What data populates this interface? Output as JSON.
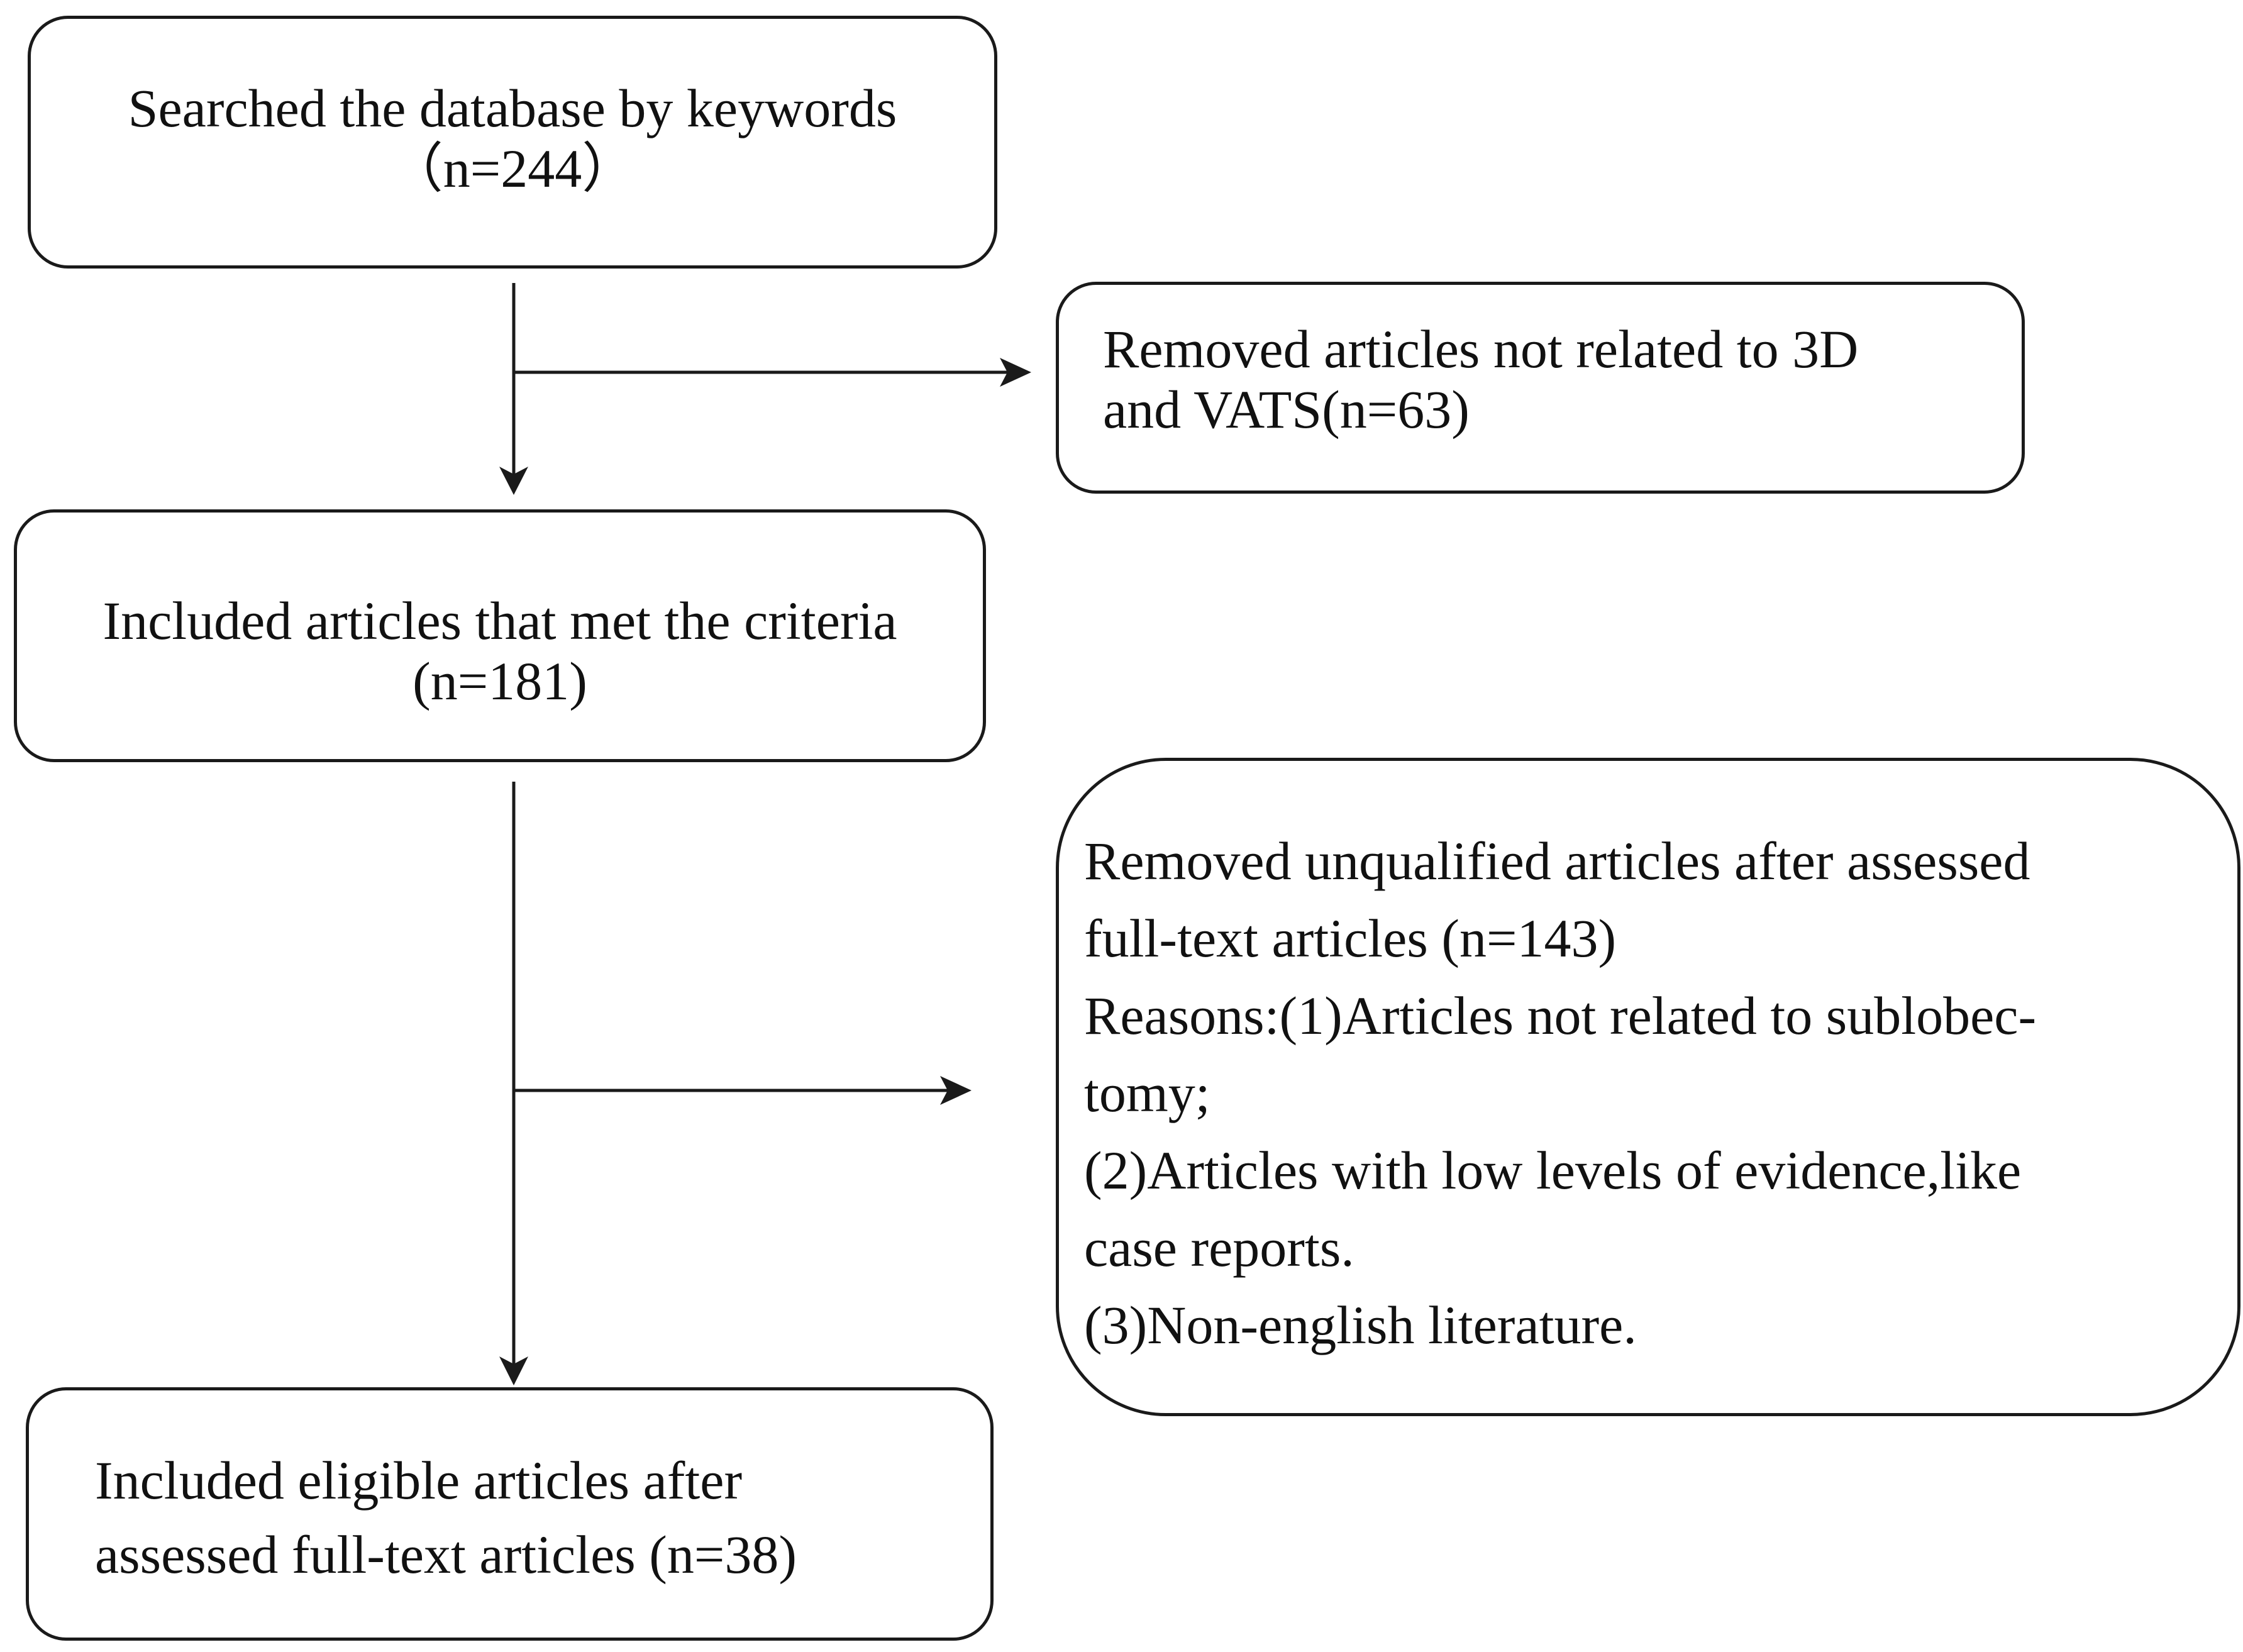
{
  "flowchart": {
    "box_search": {
      "line1": "Searched the database by keywords",
      "line2": "（n=244）"
    },
    "box_removed_1": {
      "line1": "Removed articles not related to 3D",
      "line2": "and VATS(n=63)"
    },
    "box_included_1": {
      "line1": "Included articles that met the criteria",
      "line2": "(n=181)"
    },
    "box_removed_2": {
      "lines": [
        "Removed unqualified articles after assessed",
        "full-text articles (n=143)",
        "Reasons:(1)Articles not related to sublobec-",
        "tomy;",
        "(2)Articles with low levels of evidence,like",
        "case reports.",
        "(3)Non-english literature."
      ]
    },
    "box_included_2": {
      "line1": "Included eligible articles after",
      "line2": "assessed full-text articles (n=38)"
    }
  },
  "colors": {
    "stroke": "#1a1a1a",
    "text": "#111111",
    "background": "#ffffff"
  }
}
